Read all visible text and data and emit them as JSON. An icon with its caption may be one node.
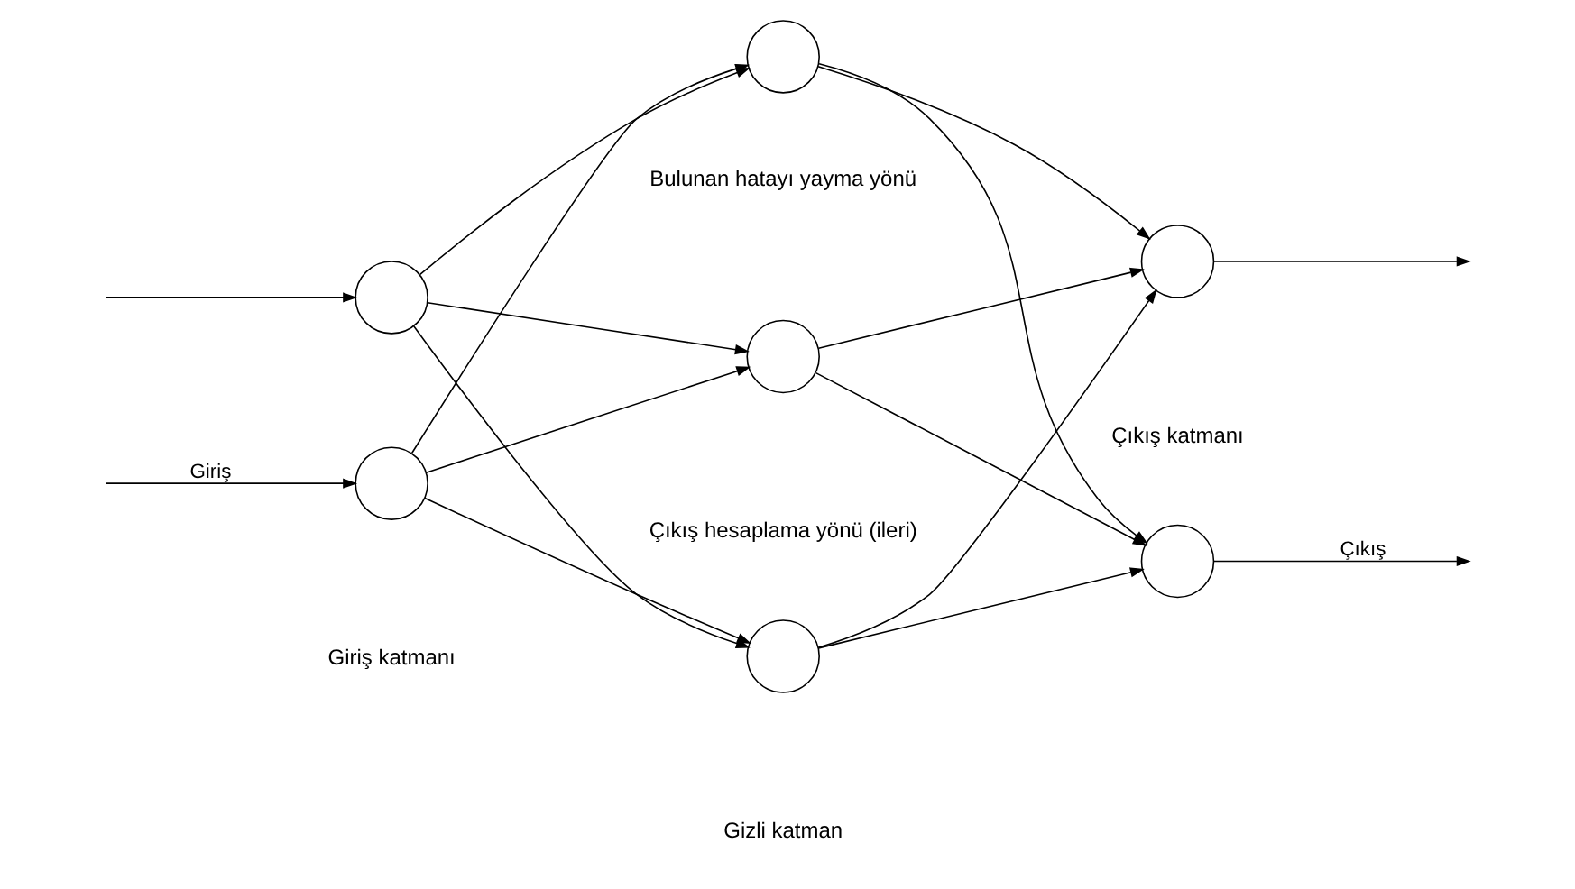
{
  "diagram": {
    "nodes": [
      {
        "text": [],
        "shape": "circle"
      },
      {
        "text": [],
        "shape": "circle"
      },
      {
        "text": [],
        "shape": "circle"
      },
      {
        "text": [],
        "shape": "circle"
      },
      {
        "text": [],
        "shape": "circle"
      },
      {
        "text": [],
        "shape": "circle"
      },
      {
        "text": [],
        "shape": "circle"
      }
    ],
    "edges": [
      {
        "from": null,
        "to": 0,
        "arrow": "to",
        "label": "Giriş"
      },
      {
        "from": null,
        "to": 1,
        "arrow": "to"
      },
      {
        "from": 0,
        "to": 2,
        "arrow": "to"
      },
      {
        "from": 0,
        "to": 3,
        "arrow": "to"
      },
      {
        "from": 0,
        "to": 4,
        "arrow": "to"
      },
      {
        "from": 1,
        "to": 2,
        "arrow": "to"
      },
      {
        "from": 1,
        "to": 3,
        "arrow": "to"
      },
      {
        "from": 1,
        "to": 4,
        "arrow": "to"
      },
      {
        "from": 2,
        "to": 5,
        "arrow": "to"
      },
      {
        "from": 2,
        "to": 6,
        "arrow": "to"
      },
      {
        "from": 3,
        "to": 5,
        "arrow": "to"
      },
      {
        "from": 3,
        "to": 6,
        "arrow": "to"
      },
      {
        "from": 4,
        "to": 5,
        "arrow": "to"
      },
      {
        "from": 4,
        "to": 6,
        "arrow": "to"
      },
      {
        "from": 5,
        "to": null,
        "arrow": "to",
        "label": "Çıkış"
      },
      {
        "from": 6,
        "to": null,
        "arrow": "to"
      }
    ],
    "labels": [
      "Bulunan hatayı yayma yönü",
      "Çıkış hesaplama yönü (ileri)",
      "Giriş katmanı",
      "Gizli katman",
      "Çıkış katmanı"
    ]
  }
}
